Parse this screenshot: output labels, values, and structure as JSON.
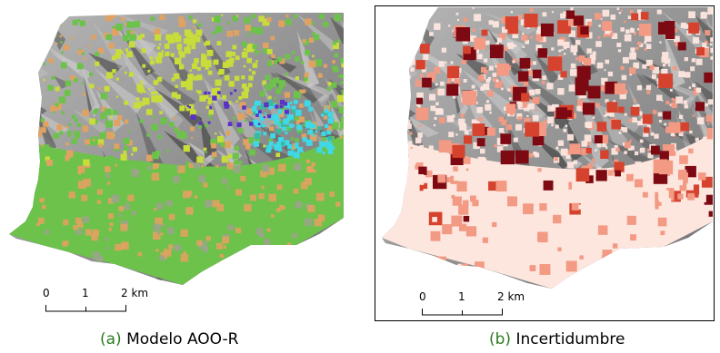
{
  "panels": [
    {
      "id": "a",
      "caption_tag": "(a)",
      "caption_text": "Modelo AOO-R",
      "scale": {
        "labels": [
          "0",
          "1",
          "2 km"
        ]
      },
      "legend_colors": {
        "background_class": "#6cc24a",
        "class_orange": "#e0a262",
        "class_yellow": "#c8dc3a",
        "class_cyan": "#3ed8e6",
        "class_purple": "#5a32c8",
        "class_teal": "#3ab8a0"
      }
    },
    {
      "id": "b",
      "caption_tag": "(b)",
      "caption_text": "Incertidumbre",
      "scale": {
        "labels": [
          "0",
          "1",
          "2 km"
        ]
      },
      "legend_colors": {
        "low": "#fde6de",
        "medium": "#f39a84",
        "high": "#d5432e",
        "very_high": "#7d0a12"
      }
    }
  ],
  "hillshade_colors": {
    "light": "#c9c9c9",
    "mid": "#8e8e8e",
    "dark": "#4a4a4a"
  }
}
